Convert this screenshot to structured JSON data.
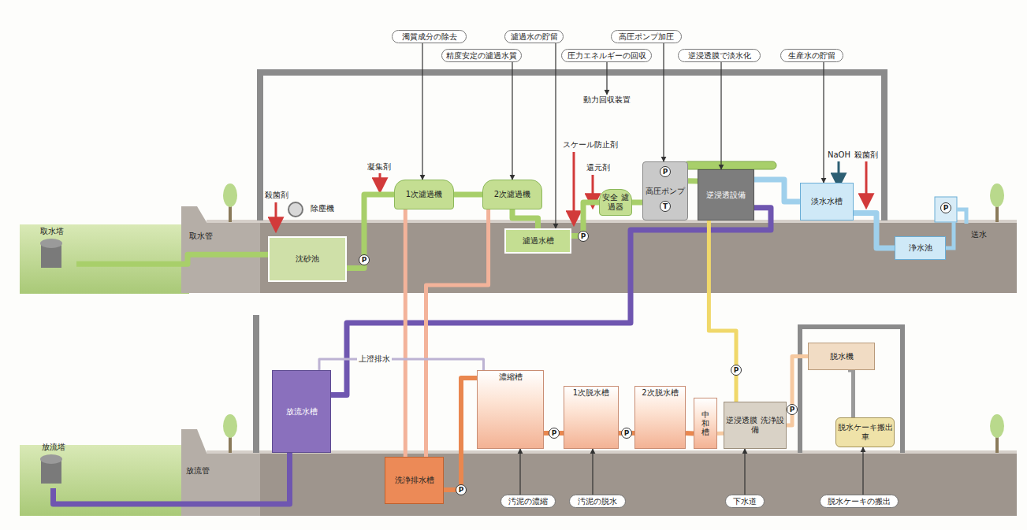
{
  "diagram": {
    "nodes": [
      {
        "text": [
          "濁質成分の除去"
        ]
      },
      {
        "text": [
          "濾過水の貯留"
        ]
      },
      {
        "text": [
          "精度安定の濾過水質"
        ]
      },
      {
        "text": [
          "高圧ポンプ加圧"
        ]
      },
      {
        "text": [
          "圧力エネルギーの回収"
        ]
      },
      {
        "text": [
          "逆浸透膜で淡水化"
        ]
      },
      {
        "text": [
          "生産水の貯留"
        ]
      },
      {
        "text": [
          "取水塔"
        ]
      },
      {
        "text": [
          "除塵機"
        ]
      },
      {
        "text": [
          "沈砂池"
        ]
      },
      {
        "text": [
          "1次濾過機"
        ]
      },
      {
        "text": [
          "2次濾過機"
        ]
      },
      {
        "text": [
          "濾過水槽"
        ]
      },
      {
        "text": [
          "安全 濾過器"
        ]
      },
      {
        "text": [
          "動力回収装置"
        ]
      },
      {
        "text": [
          "高圧ポンプ"
        ]
      },
      {
        "text": [
          "逆浸透設備"
        ]
      },
      {
        "text": [
          "淡水水槽"
        ]
      },
      {
        "text": [
          "浄水池"
        ]
      },
      {
        "text": [
          "放流塔"
        ]
      },
      {
        "text": [
          "放流水槽"
        ]
      },
      {
        "text": [
          "洗浄排水槽"
        ]
      },
      {
        "text": [
          "濃縮槽"
        ]
      },
      {
        "text": [
          "1次脱水槽"
        ]
      },
      {
        "text": [
          "2次脱水槽"
        ]
      },
      {
        "text": [
          "中和槽"
        ]
      },
      {
        "text": [
          "逆浸透膜 洗浄設備"
        ]
      },
      {
        "text": [
          "脱水機"
        ]
      },
      {
        "text": [
          "脱水ケーキ搬出車"
        ]
      },
      {
        "text": [
          "汚泥の濃縮"
        ]
      },
      {
        "text": [
          "汚泥の脱水"
        ]
      },
      {
        "text": [
          "下水道"
        ]
      },
      {
        "text": [
          "脱水ケーキの搬出"
        ]
      }
    ],
    "edges": [
      {
        "from": 0,
        "to": 10,
        "arrow": "to"
      },
      {
        "from": 1,
        "to": 12,
        "arrow": "to"
      },
      {
        "from": 2,
        "to": 11,
        "arrow": "to"
      },
      {
        "from": 3,
        "to": 15,
        "arrow": "to"
      },
      {
        "from": 4,
        "to": 14,
        "arrow": "to"
      },
      {
        "from": 5,
        "to": 16,
        "arrow": "to"
      },
      {
        "from": 6,
        "to": 17,
        "arrow": "to"
      },
      {
        "from": 29,
        "to": 22,
        "arrow": "to"
      },
      {
        "from": 30,
        "to": 23,
        "arrow": "to"
      },
      {
        "from": 31,
        "to": 26,
        "arrow": "to"
      },
      {
        "from": 32,
        "to": 28,
        "arrow": "to"
      },
      {
        "from": 7,
        "to": 9,
        "arrow": "none"
      },
      {
        "from": 9,
        "to": 10,
        "arrow": "none"
      },
      {
        "from": 10,
        "to": 11,
        "arrow": "none"
      },
      {
        "from": 11,
        "to": 12,
        "arrow": "none"
      },
      {
        "from": 12,
        "to": 13,
        "arrow": "none"
      },
      {
        "from": 13,
        "to": 15,
        "arrow": "none"
      },
      {
        "from": 15,
        "to": 16,
        "arrow": "none"
      },
      {
        "from": 16,
        "to": 17,
        "arrow": "none"
      },
      {
        "from": 17,
        "to": 18,
        "arrow": "none"
      },
      {
        "from": 16,
        "to": 20,
        "arrow": "none"
      },
      {
        "from": 10,
        "to": 21,
        "arrow": "none"
      },
      {
        "from": 11,
        "to": 21,
        "arrow": "none"
      },
      {
        "from": 21,
        "to": 22,
        "arrow": "none"
      },
      {
        "from": 22,
        "to": 20,
        "label": "上澄排水",
        "arrow": "none"
      },
      {
        "from": 22,
        "to": 23,
        "arrow": "none"
      },
      {
        "from": 23,
        "to": 24,
        "arrow": "none"
      },
      {
        "from": 24,
        "to": 25,
        "arrow": "none"
      },
      {
        "from": 25,
        "to": 26,
        "arrow": "none"
      },
      {
        "from": 16,
        "to": 26,
        "arrow": "none"
      },
      {
        "from": 26,
        "to": 27,
        "arrow": "none"
      },
      {
        "from": 27,
        "to": 28,
        "arrow": "none"
      },
      {
        "from": 20,
        "to": 19,
        "arrow": "none"
      }
    ],
    "labels": [
      "取水管",
      "殺菌剤",
      "凝集剤",
      "スケール防止剤",
      "還元剤",
      "NaOH",
      "殺菌剤",
      "送水",
      "P",
      "P",
      "P",
      "T",
      "P",
      "放流管",
      "P",
      "P",
      "P",
      "P",
      "P"
    ]
  }
}
